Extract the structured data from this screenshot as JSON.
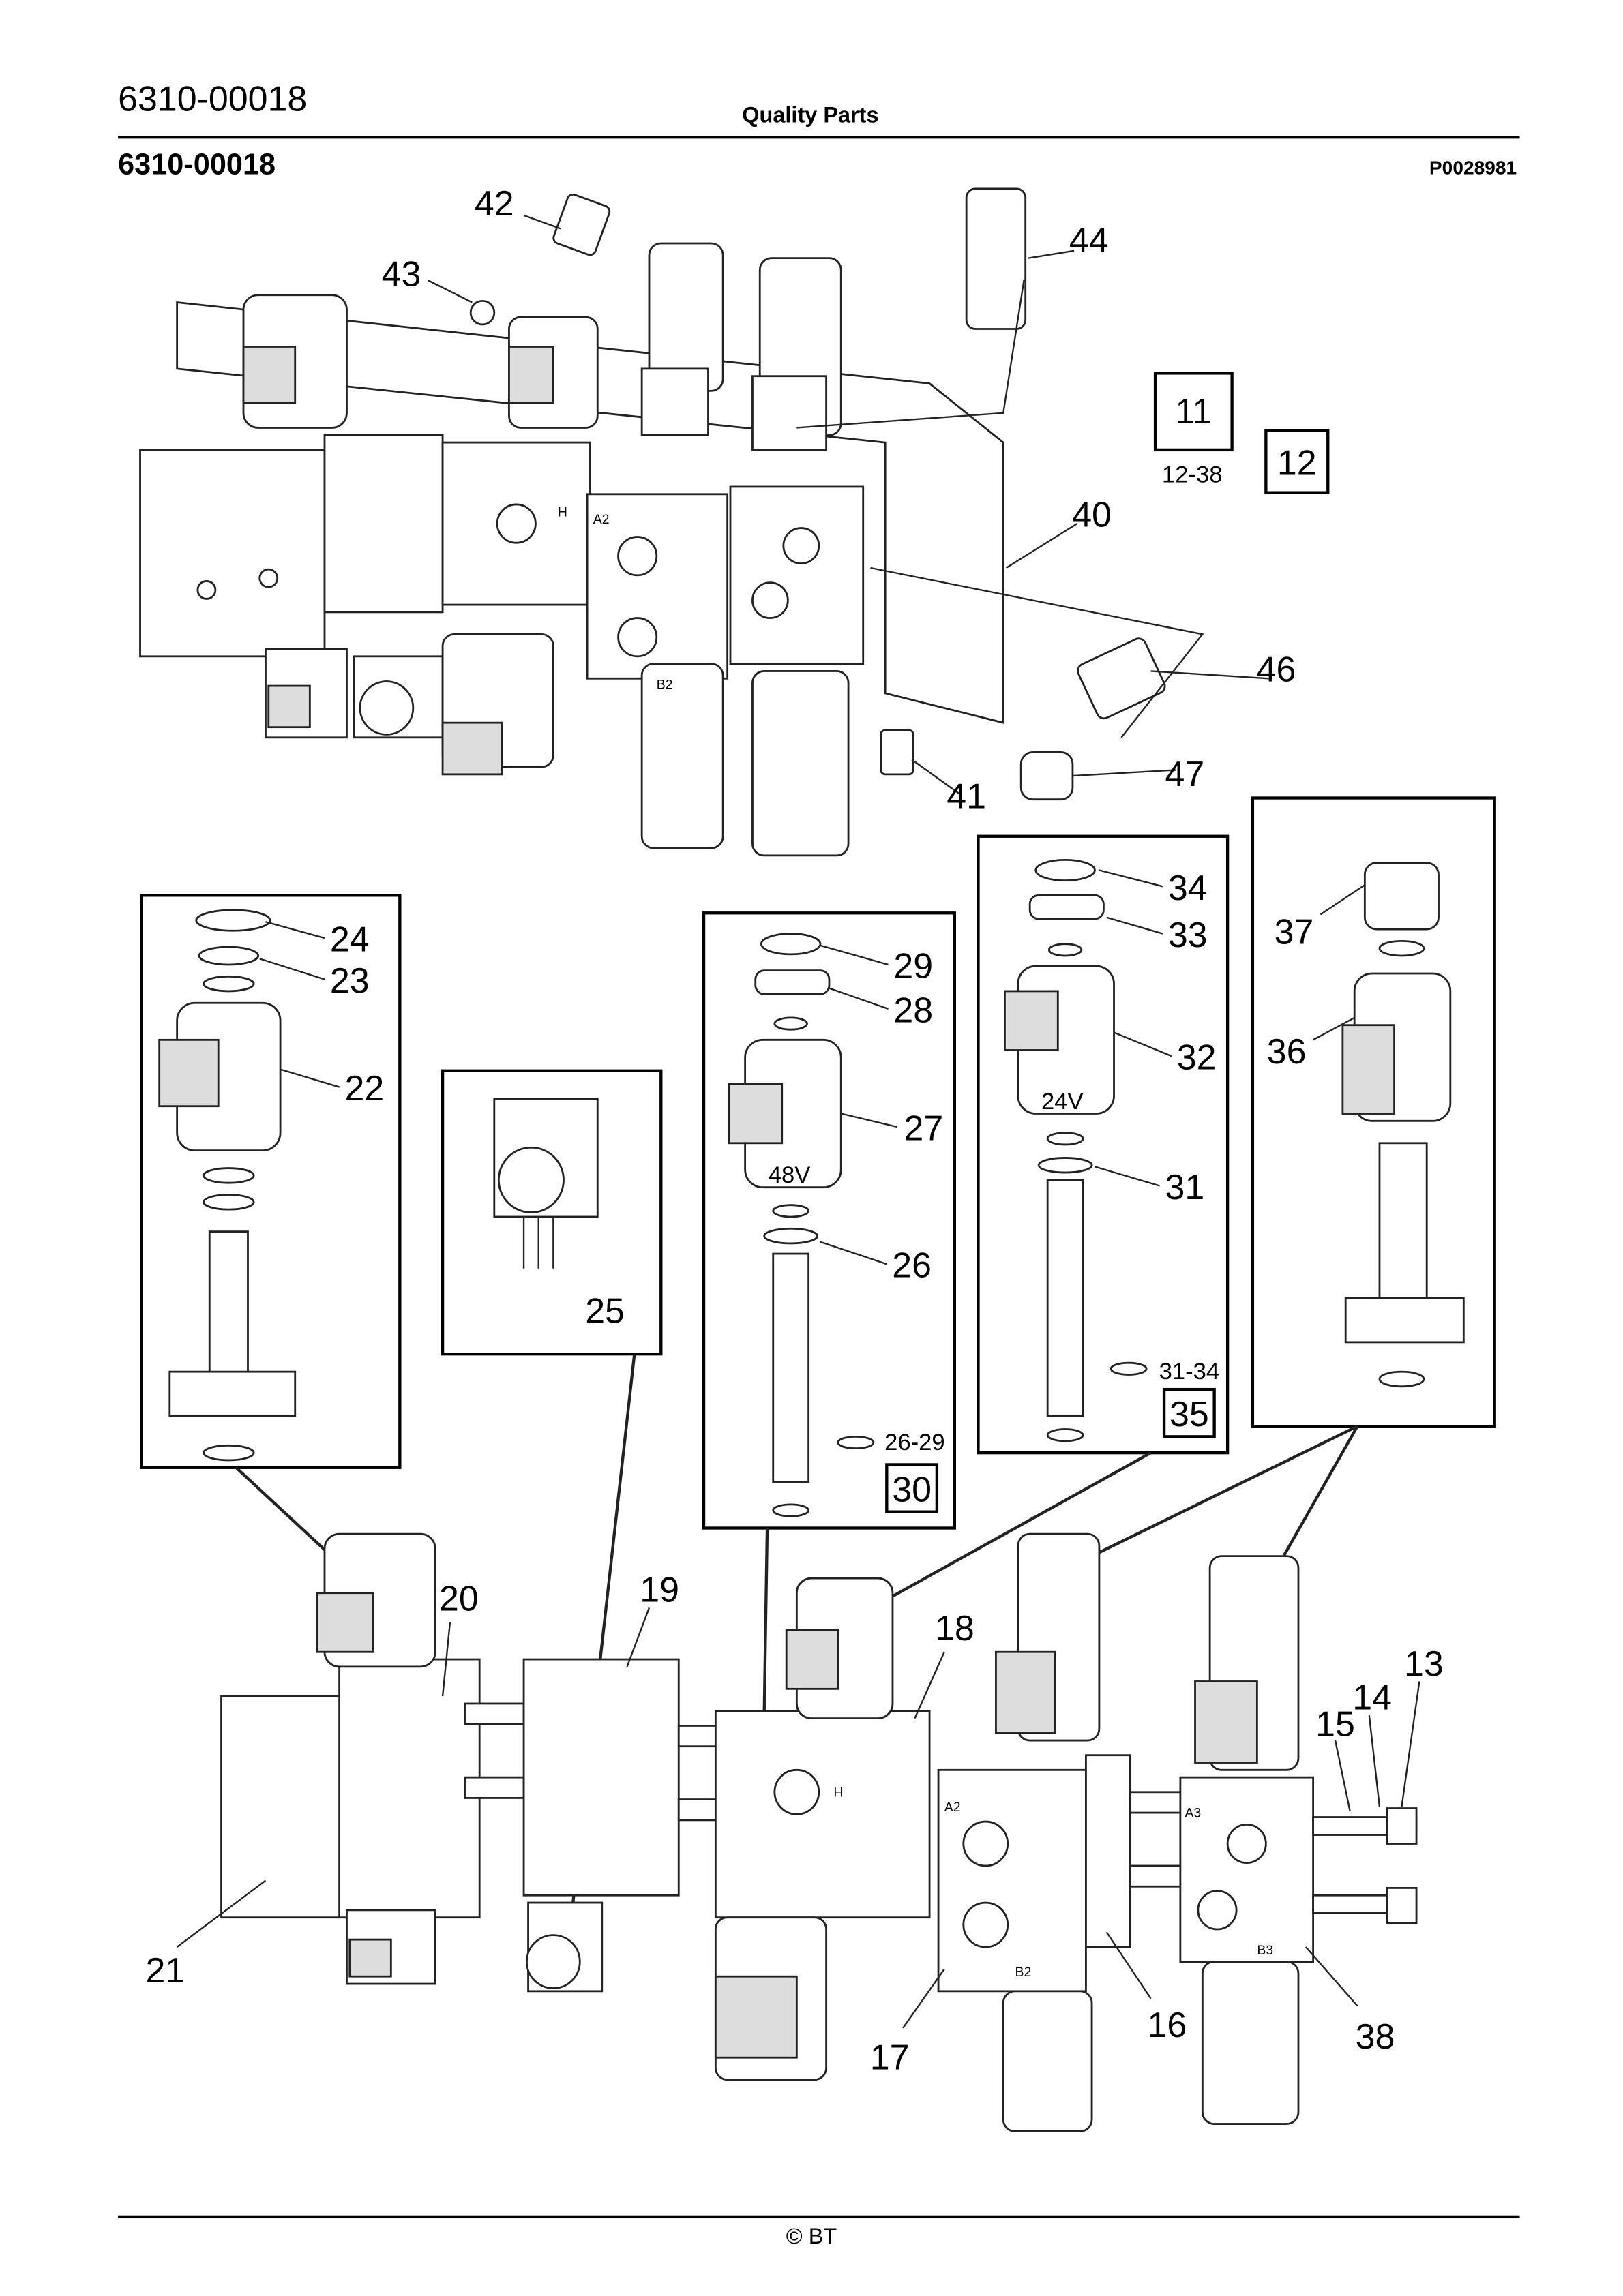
{
  "header": {
    "doc_number": "6310-00018",
    "center_title": "Quality Parts"
  },
  "section": {
    "title": "6310-00018",
    "drawing_ref": "P0028981"
  },
  "callouts": {
    "c42": "42",
    "c43": "43",
    "c44": "44",
    "c11": "11",
    "c11_range": "12-38",
    "c12": "12",
    "c40": "40",
    "c46": "46",
    "c47": "47",
    "c41": "41",
    "c24": "24",
    "c23": "23",
    "c22": "22",
    "c25": "25",
    "c29": "29",
    "c28": "28",
    "c27": "27",
    "c26": "26",
    "c26_29": "26-29",
    "c30": "30",
    "c34": "34",
    "c33": "33",
    "c32": "32",
    "c31": "31",
    "c31_34": "31-34",
    "c35": "35",
    "c37": "37",
    "c36": "36",
    "c20": "20",
    "c19": "19",
    "c18": "18",
    "c13": "13",
    "c14": "14",
    "c15": "15",
    "c21": "21",
    "c17": "17",
    "c16": "16",
    "c38": "38"
  },
  "voltage_labels": {
    "coil_27": "48V",
    "coil_32": "24V"
  },
  "port_labels": {
    "h": "H",
    "a2": "A2",
    "b2": "B2",
    "a3": "A3",
    "b3": "B3"
  },
  "footer": {
    "copyright": "© BT"
  }
}
